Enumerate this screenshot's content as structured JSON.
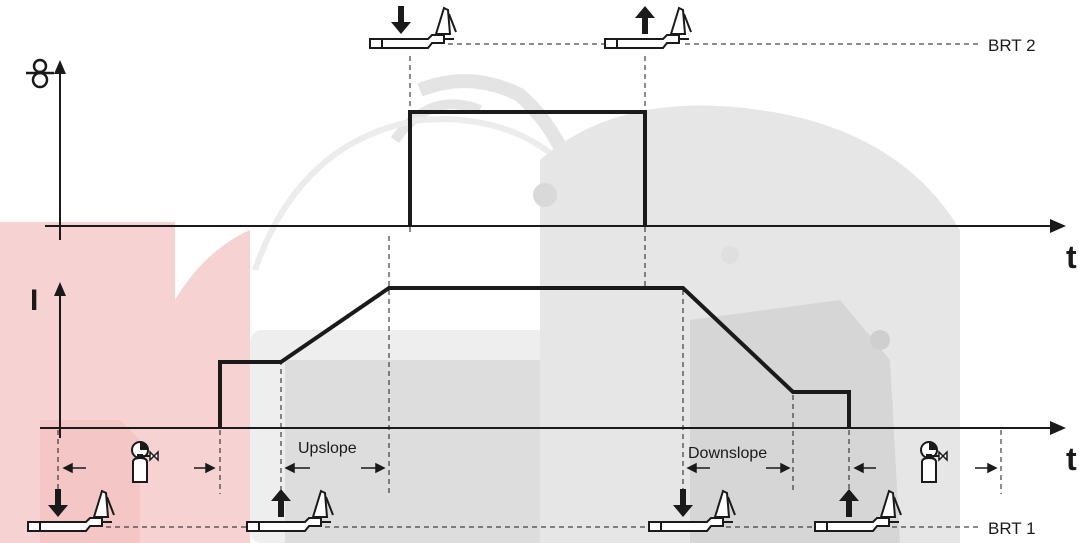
{
  "labels": {
    "brt2": "BRT 2",
    "brt1": "BRT 1",
    "t_top": "t",
    "t_bottom": "t",
    "current_axis": "I",
    "upslope": "Upslope",
    "downslope": "Downslope"
  },
  "icons": {
    "theta_axis": "theta-symbol",
    "torch": "welding-torch-icon",
    "gas": "gas-cylinder-timer-icon",
    "trigger_press": "arrow-down-icon",
    "trigger_release": "arrow-up-icon"
  },
  "colors": {
    "line": "#1a1a1a",
    "watermark_red": "#f6d3d2",
    "watermark_gray": "#e9e9e9"
  }
}
